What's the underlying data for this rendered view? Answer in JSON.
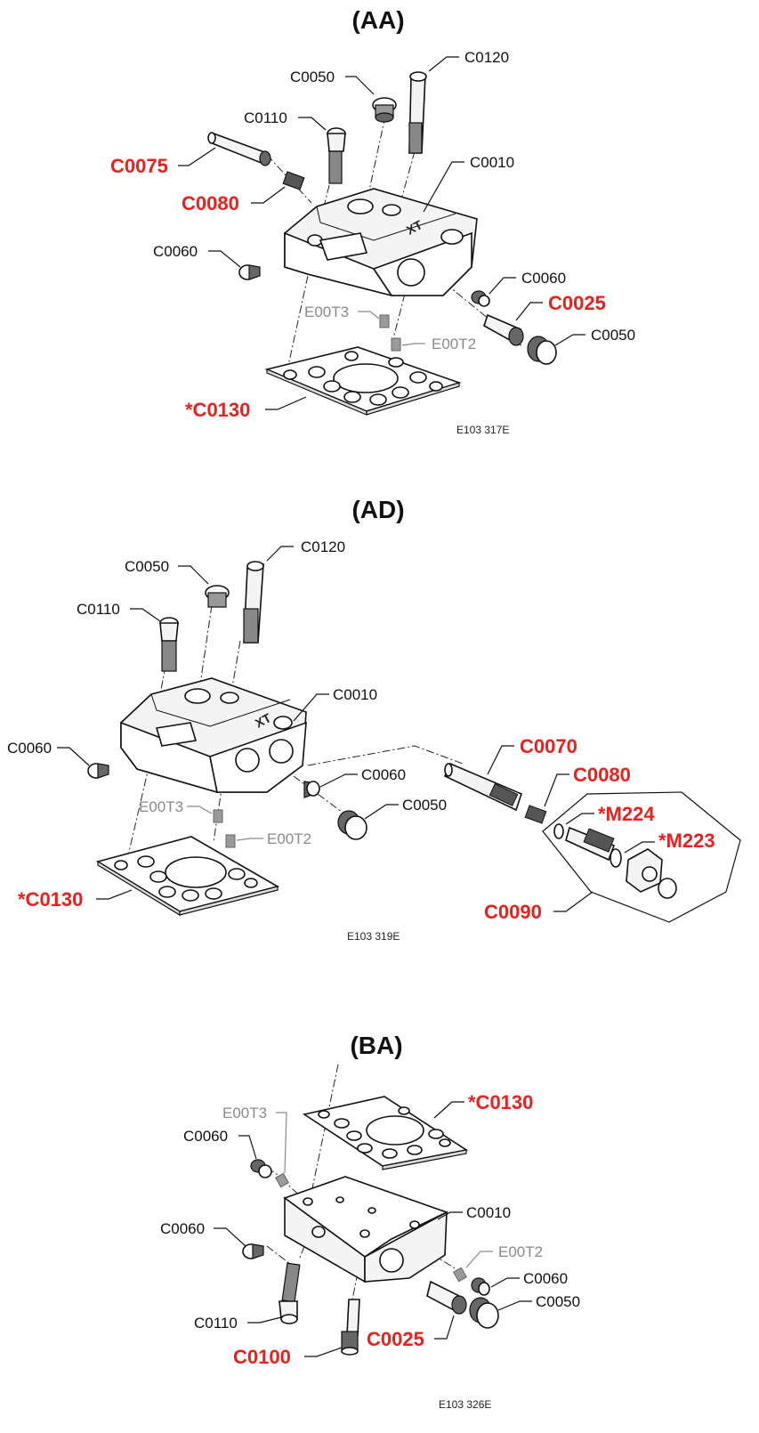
{
  "sections": [
    {
      "title": "(AA)",
      "ref": "E103 317E",
      "labels": [
        "C0120",
        "C0050",
        "C0110",
        "C0075",
        "C0010",
        "C0080",
        "C0060",
        "C0060",
        "C0025",
        "E00T3",
        "C0050",
        "E00T2",
        "*C0130"
      ]
    },
    {
      "title": "(AD)",
      "ref": "E103 319E",
      "labels": [
        "C0120",
        "C0050",
        "C0110",
        "C0010",
        "C0070",
        "C0060",
        "C0080",
        "C0060",
        "*M224",
        "C0050",
        "E00T3",
        "*M223",
        "E00T2",
        "*C0130",
        "C0090"
      ]
    },
    {
      "title": "(BA)",
      "ref": "E103 326E",
      "labels": [
        "*C0130",
        "E00T3",
        "C0060",
        "C0010",
        "C0060",
        "E00T2",
        "C0060",
        "C0050",
        "C0110",
        "C0025",
        "C0100"
      ]
    }
  ],
  "colors": {
    "highlight": "#e8211d",
    "grey_label": "#8a8a8a",
    "line": "#111111"
  }
}
